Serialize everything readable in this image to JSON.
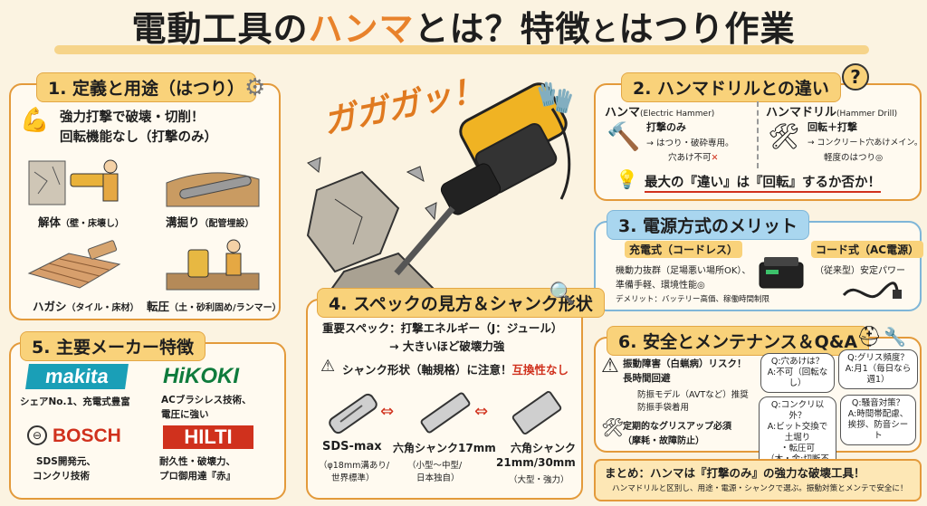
{
  "header": {
    "title_a": "電動工具の",
    "title_b": "ハンマ",
    "title_c": "とは？特徴",
    "title_d": "と",
    "title_e": "はつり作業"
  },
  "center": {
    "onomatopoeia": "ガガガッ！"
  },
  "s1": {
    "title": "1. 定義と用途（はつり）",
    "line1": "強力打撃で破壊・切削！",
    "line2": "回転機能なし（打撃のみ）",
    "uses": [
      {
        "label": "解体",
        "sub": "（壁・床壊し）"
      },
      {
        "label": "溝掘り",
        "sub": "（配管埋設）"
      },
      {
        "label": "ハガシ",
        "sub": "（タイル・床材）"
      },
      {
        "label": "転圧",
        "sub": "（土・砂利固め/ランマー）"
      }
    ]
  },
  "s2": {
    "title": "2. ハンマドリルとの違い",
    "left_title": "ハンマ",
    "left_en": "(Electric Hammer)",
    "left_1": "打撃のみ",
    "left_2": "→ はつり・破砕専用。",
    "left_3": "穴あけ不可",
    "right_title": "ハンマドリル",
    "right_en": "(Hammer Drill)",
    "right_1": "回転＋打撃",
    "right_2": "→ コンクリート穴あけメイン。",
    "right_3": "軽度のはつり◎",
    "summary": "最大の『違い』は『回転』するか否か！"
  },
  "s3": {
    "title": "3. 電源方式のメリット",
    "cordless_title": "充電式（コードレス）",
    "cordless_1": "機動力抜群（足場悪い場所OK）、",
    "cordless_2": "準備手軽、環境性能◎",
    "cordless_3": "デメリット：バッテリー高価、稼働時間制限",
    "corded_title": "コード式（AC電源）",
    "corded_1": "（従来型）安定パワー"
  },
  "s4": {
    "title": "4. スペックの見方＆シャンク形状",
    "spec_1": "重要スペック：打撃エネルギー（J：ジュール）",
    "spec_2": "→ 大きいほど破壊力強",
    "warn": "シャンク形状（軸規格）に注意！",
    "warn_red": "互換性なし",
    "shanks": [
      {
        "name": "SDS-max",
        "sub1": "（φ18mm溝あり/",
        "sub2": "世界標準）"
      },
      {
        "name": "六角シャンク17mm",
        "sub1": "（小型〜中型/",
        "sub2": "日本独自）"
      },
      {
        "name": "六角シャンク",
        "name2": "21mm/30mm",
        "sub1": "（大型・強力）",
        "sub2": ""
      }
    ]
  },
  "s5": {
    "title": "5. 主要メーカー特徴",
    "makers": [
      {
        "logo": "makita",
        "desc1": "シェアNo.1、充電式豊富",
        "desc2": ""
      },
      {
        "logo": "HiKOKI",
        "desc1": "ACブラシレス技術、",
        "desc2": "電圧に強い"
      },
      {
        "logo": "BOSCH",
        "desc1": "SDS開発元、",
        "desc2": "コンクリ技術"
      },
      {
        "logo": "HILTI",
        "desc1": "耐久性・破壊力、",
        "desc2": "プロ御用達『赤』"
      }
    ]
  },
  "s6": {
    "title": "6. 安全とメンテナンス＆Q&A",
    "vib_1": "振動障害（白蝋病）リスク！",
    "vib_2": "長時間回避",
    "vib_3": "防振モデル（AVTなど）推奨",
    "vib_4": "防振手袋着用",
    "grease_1": "定期的なグリスアップ必須",
    "grease_2": "（摩耗・故障防止）",
    "qa": [
      "Q:穴あけは？\nA:不可（回転なし）",
      "Q:グリス頻度？\nA:月1（毎日なら週1）",
      "Q:コンクリ以外？\nA:ビット交換で土堀り\n・転圧可\n（木・金:切断不可）",
      "Q:騒音対策？\nA:時間帯配慮、\n挨拶、防音シート"
    ]
  },
  "footer": {
    "line1": "まとめ：ハンマは『打撃のみ』の強力な破壊工具！",
    "line2": "ハンマドリルと区別し、用途・電源・シャンクで選ぶ。振動対策とメンテで安全に！"
  }
}
